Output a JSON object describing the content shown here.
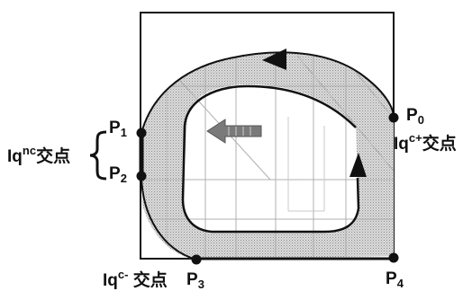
{
  "points": {
    "p0": "P",
    "p0_sub": "0",
    "p1": "P",
    "p1_sub": "1",
    "p2": "P",
    "p2_sub": "2",
    "p3": "P",
    "p3_sub": "3",
    "p4": "P",
    "p4_sub": "4"
  },
  "labels": {
    "iq_nc": {
      "base": "Iq",
      "sup": "nc",
      "suffix": "交点"
    },
    "iq_c_plus": {
      "base": "Iq",
      "sup": "c+",
      "suffix": "交点"
    },
    "iq_c_minus": {
      "base": "Iq",
      "sup": "c-",
      "suffix": " 交点"
    }
  },
  "colors": {
    "ink": "#111111",
    "region_fill": "#d9d9d9",
    "region_dots": "#9a9a9a",
    "grid": "#b5b5b5"
  }
}
